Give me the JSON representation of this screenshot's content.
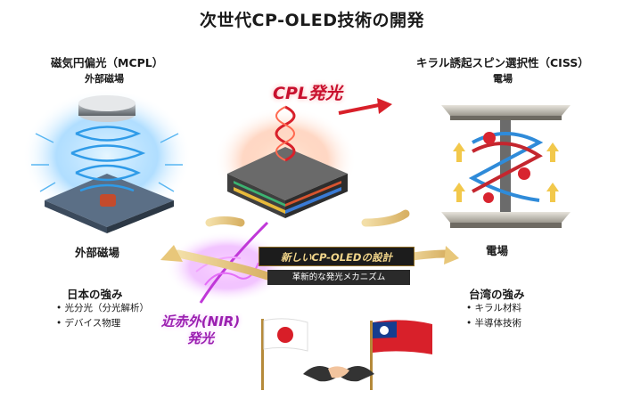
{
  "title": "次世代CP-OLED技術の開発",
  "left": {
    "heading": "磁気円偏光（MCPL）",
    "subheading": "外部磁場",
    "bottom_label": "外部磁場",
    "strength_title": "日本の強み",
    "strengths": [
      "光分光（分光解析）",
      "デバイス物理"
    ]
  },
  "right": {
    "heading": "キラル誘起スピン選択性（CISS）",
    "subheading": "電場",
    "bottom_label": "電場",
    "strength_title": "台湾の強み",
    "strengths": [
      "キラル材料",
      "半導体技術"
    ]
  },
  "center": {
    "cpl_label": "CPL発光",
    "nir_label_1": "近赤外(NIR)",
    "nir_label_2": "発光",
    "banner_title": "新しいCP-OLEDの設計",
    "banner_sub": "革新的な発光メカニズム"
  },
  "colors": {
    "cpl_red": "#c8102e",
    "nir_purple": "#9b1fb0",
    "magnet_blue": "#2f9be8",
    "gold_arrow": "#e8c77a"
  },
  "icons": [
    "magnet-disk-icon",
    "oled-device-icon",
    "helix-icon",
    "electrode-plates-icon",
    "japan-flag-icon",
    "taiwan-flag-icon",
    "handshake-icon"
  ]
}
